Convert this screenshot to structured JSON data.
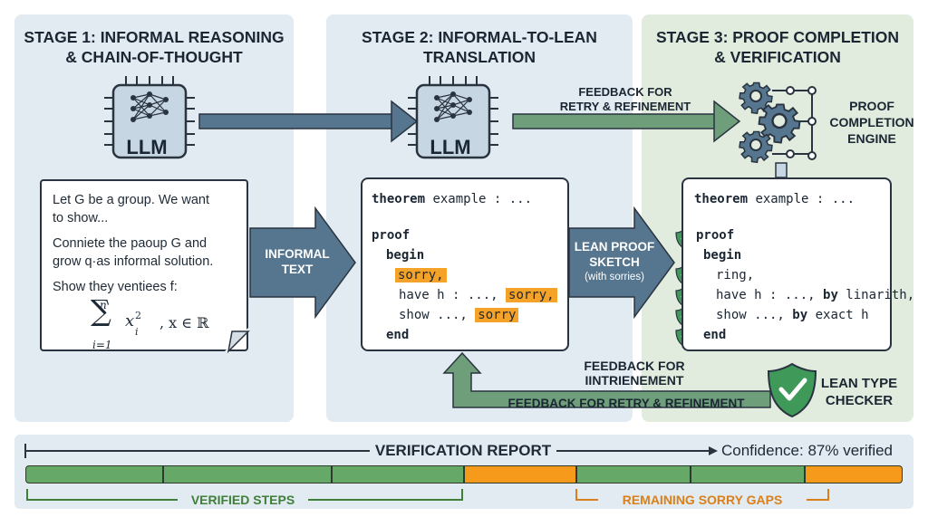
{
  "stages": [
    {
      "title_line1": "STAGE 1: INFORMAL REASONING",
      "title_line2": "& CHAIN-OF-THOUGHT"
    },
    {
      "title_line1": "STAGE 2: INFORMAL-TO-LEAN",
      "title_line2": "TRANSLATION"
    },
    {
      "title_line1": "STAGE 3: PROOF COMPLETION",
      "title_line2": "& VERIFICATION"
    }
  ],
  "llm_label": "LLM",
  "informal_card": {
    "line1": "Let G be a group. We want",
    "line2": "to show...",
    "line3": "Conniete the paoup G and",
    "line4": "grow q·as informal solution.",
    "line5": "Show they ventiees f:",
    "formula_sum": "∑",
    "formula_top": "n",
    "formula_bottom": "i=1",
    "formula_term": "x",
    "formula_sub": "i",
    "formula_sup": "2",
    "formula_tail": ",  x ∈ ℝ"
  },
  "arrows": {
    "informal_text_1": "INFORMAL",
    "informal_text_2": "TEXT",
    "lean_sketch_1": "LEAN PROOF",
    "lean_sketch_2": "SKETCH",
    "lean_sketch_3": "(with sorries)",
    "feedback_top_1": "FEEDBACK FOR",
    "feedback_top_2": "RETRY & REFINEMENT",
    "feedback_bottom_1": "FEEDBACK FOR",
    "feedback_bottom_2": "IINTRIENEMENT",
    "feedback_bottom_3": "FEEDBACK FOR RETRY & REFINEMENT"
  },
  "sketch_code": {
    "theorem_kw": "theorem",
    "theorem_rest": " example : ...",
    "proof": "proof",
    "begin": "begin",
    "sorry1": "sorry,",
    "have_prefix": "have h : ..., ",
    "sorry2": "sorry,",
    "show_prefix": "show ..., ",
    "sorry3": "sorry",
    "end": "end"
  },
  "final_code": {
    "theorem_kw": "theorem",
    "theorem_rest": " example : ...",
    "proof": "proof",
    "begin": "begin",
    "ring": "ring,",
    "have_prefix": "have h : ..., ",
    "by1": "by",
    "have_tail": " linarith,",
    "show_prefix": "show ..., ",
    "by2": "by",
    "show_tail": " exact h",
    "end": "end"
  },
  "engine_label_1": "PROOF",
  "engine_label_2": "COMPLETION",
  "engine_label_3": "ENGINE",
  "checker_label_1": "LEAN TYPE",
  "checker_label_2": "CHECKER",
  "report": {
    "title": "VERIFICATION REPORT",
    "confidence": "Confidence: 87% verified",
    "verified_label": "VERIFIED STEPS",
    "gaps_label": "REMAINING SORRY GAPS"
  },
  "colors": {
    "green": "#66a867",
    "orange": "#f59a1b",
    "arrow_blue": "#56768f",
    "arrow_green": "#6e9e7a",
    "verified_text": "#3f7f3a",
    "gap_text": "#d9801b"
  }
}
